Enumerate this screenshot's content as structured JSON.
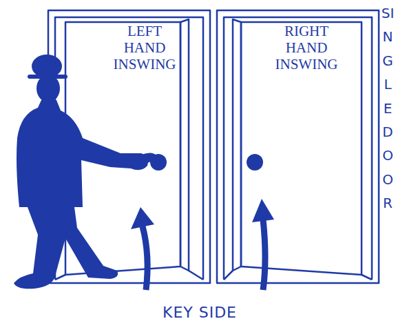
{
  "diagram": {
    "nodes": [
      {
        "text": [
          "LEFT HAND INSWING"
        ]
      },
      {
        "text": [
          "RIGHT HAND INSWING"
        ]
      }
    ],
    "labels": [
      "KEY SIDE",
      "SINGLE DOOR"
    ]
  }
}
